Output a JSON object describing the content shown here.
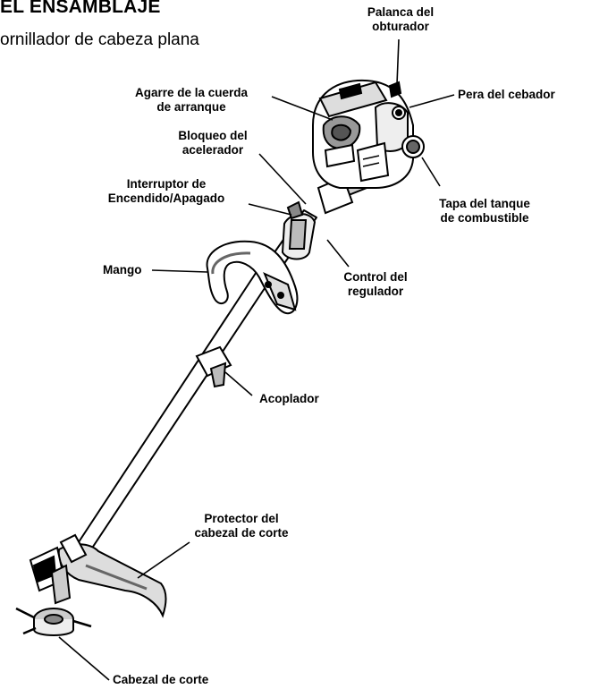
{
  "heading": "EL ENSAMBLAJE",
  "subheading": "ornillador de cabeza plana",
  "labels": {
    "choke_lever": [
      "Palanca del",
      "obturador"
    ],
    "primer_bulb": [
      "Pera del cebador"
    ],
    "starter_rope": [
      "Agarre de la cuerda",
      "de arranque"
    ],
    "throttle_lockout": [
      "Bloqueo del",
      "acelerador"
    ],
    "on_off_switch": [
      "Interruptor de",
      "Encendido/Apagado"
    ],
    "fuel_cap": [
      "Tapa del tanque",
      "de combustible"
    ],
    "handle": [
      "Mango"
    ],
    "throttle_control": [
      "Control del",
      "regulador"
    ],
    "coupler": [
      "Acoplador"
    ],
    "cutting_head_shield": [
      "Protector del",
      "cabezal de corte"
    ],
    "cutting_head": [
      "Cabezal de corte"
    ]
  }
}
